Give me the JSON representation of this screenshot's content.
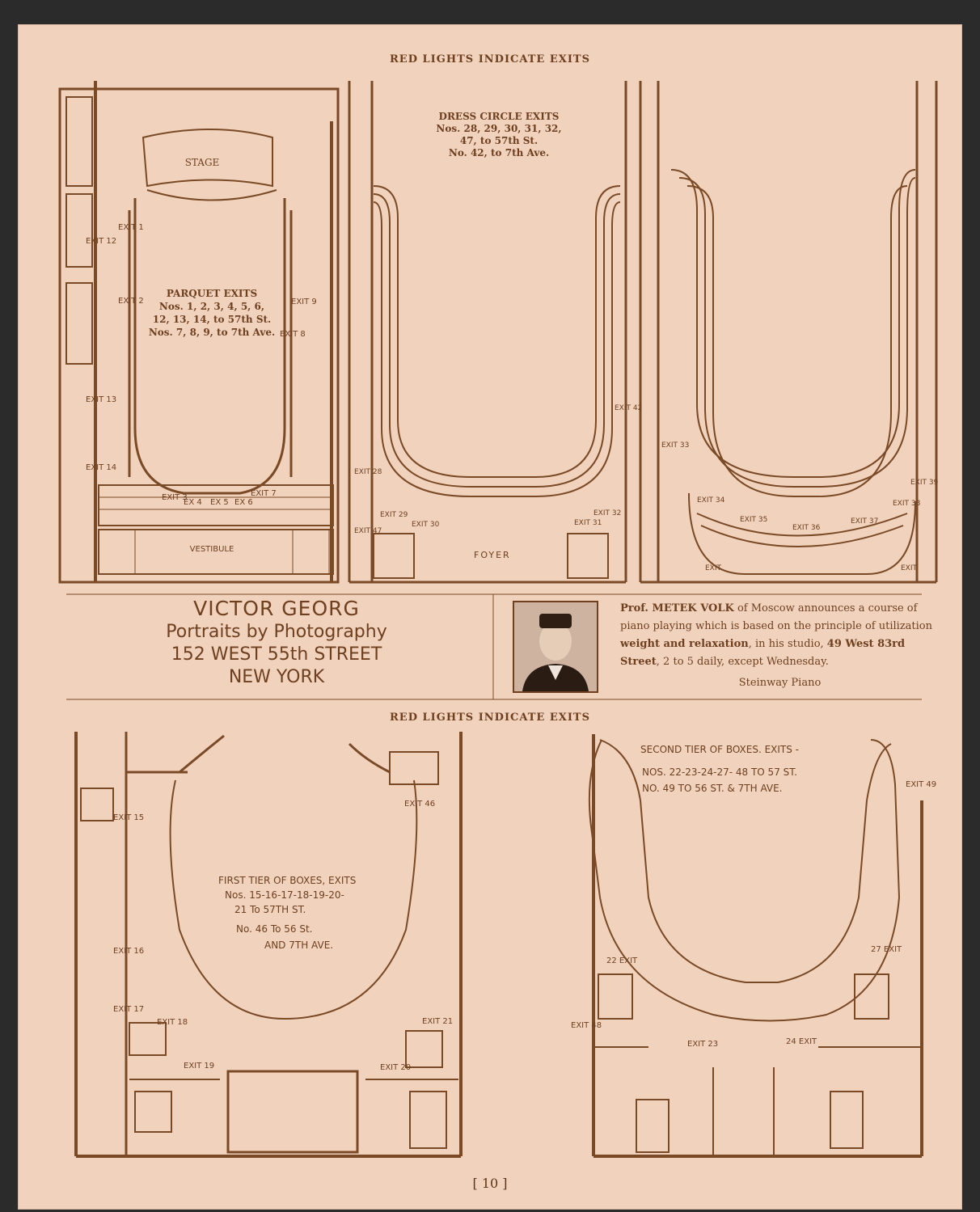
{
  "header_top": "RED LIGHTS INDICATE EXITS",
  "header_bottom": "RED LIGHTS INDICATE EXITS",
  "parquet": {
    "stage": "STAGE",
    "vestibule": "VESTIBULE",
    "title": "PARQUET EXITS",
    "line1": "Nos. 1, 2, 3, 4, 5, 6,",
    "line2": "12, 13, 14, to 57th St.",
    "line3": "Nos. 7, 8, 9, to 7th Ave.",
    "exits": [
      "EXIT 1",
      "EXIT 2",
      "EXIT 3",
      "EX 4",
      "EX 5",
      "EX 6",
      "EXIT 7",
      "EXIT 8",
      "EXIT 9",
      "EXIT 12",
      "EXIT 13",
      "EXIT 14"
    ]
  },
  "dress_circle": {
    "title": "DRESS CIRCLE EXITS",
    "line1": "Nos. 28, 29, 30, 31, 32,",
    "line2": "47, to 57th St.",
    "line3": "No. 42, to 7th Ave.",
    "foyer": "FOYER",
    "exits": [
      "EXIT 28",
      "EXIT 29",
      "EXIT 30",
      "EXIT 31",
      "EXIT 32",
      "EXIT 42",
      "EXIT 47"
    ]
  },
  "balcony": {
    "exits": [
      "EXIT 33",
      "EXIT 34",
      "EXIT 35",
      "EXIT 36",
      "EXIT 37",
      "EXIT 38",
      "EXIT 39",
      "EXIT",
      "EXIT"
    ]
  },
  "ad_georg": {
    "name": "VICTOR GEORG",
    "line1": "Portraits by Photography",
    "line2": "152 WEST 55th STREET",
    "line3": "NEW YORK"
  },
  "ad_volk": {
    "prefix": "Prof. ",
    "name": "METEK VOLK",
    "text1": " of Moscow announces a course of piano playing which is based on the principle of utilization ",
    "bold1": "weight and relaxation",
    "text2": ", in his studio, ",
    "bold2": "49 West 83rd Street",
    "text3": ", 2 to 5 daily, except Wednesday.",
    "sponsor": "Steinway Piano"
  },
  "first_tier": {
    "line1": "FIRST TIER OF BOXES, EXITS",
    "line2": "Nos. 15-16-17-18-19-20-",
    "line3": "21 To 57TH ST.",
    "line4": "No. 46 To 56 St.",
    "line5": "AND 7TH AVE.",
    "exits": [
      "EXIT 15",
      "EXIT 16",
      "EXIT 17",
      "EXIT 18",
      "EXIT 19",
      "EXIT 20",
      "EXIT 21",
      "EXIT 46"
    ]
  },
  "second_tier": {
    "line1": "SECOND TIER OF BOXES. EXITS -",
    "line2": "NOS. 22-23-24-27- 48 TO 57 ST.",
    "line3": "NO. 49 TO 56 ST. & 7TH AVE.",
    "exits": [
      "22 EXIT",
      "EXIT 23",
      "24 EXIT",
      "27 EXIT",
      "EXIT 48",
      "EXIT 49"
    ]
  },
  "page_number": "[ 10 ]"
}
